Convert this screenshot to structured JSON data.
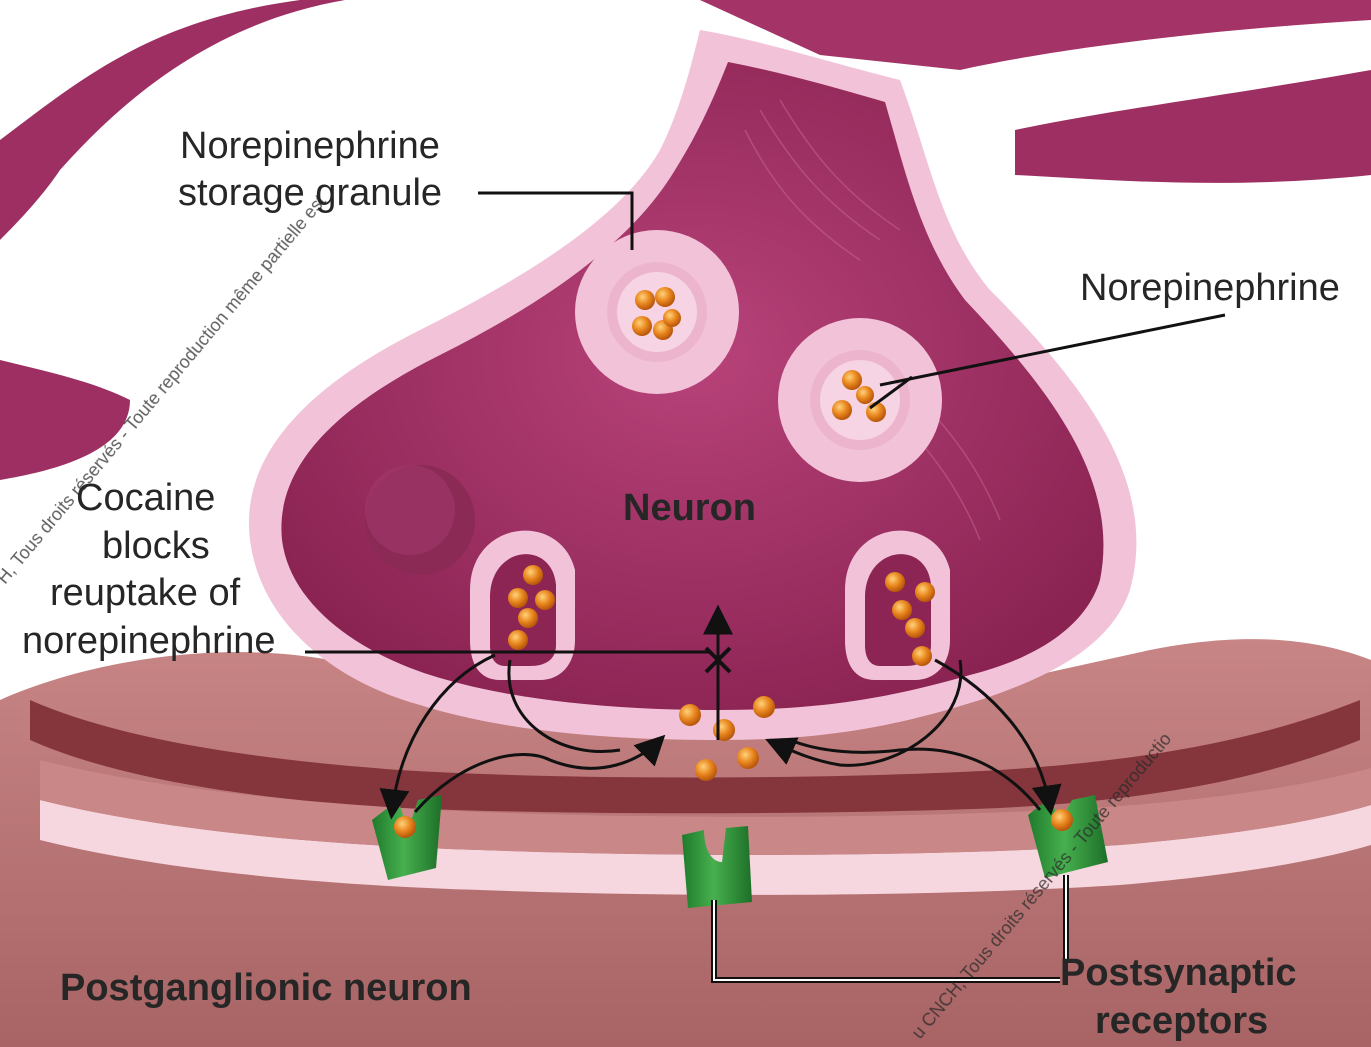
{
  "labels": {
    "storage_granule": [
      "Norepinephrine",
      "storage granule"
    ],
    "norepinephrine": "Norepinephrine",
    "neuron": "Neuron",
    "cocaine": [
      "Cocaine",
      "blocks",
      "reuptake of",
      "norepinephrine"
    ],
    "postganglionic": "Postganglionic neuron",
    "receptors": [
      "Postsynaptic",
      "receptors"
    ]
  },
  "watermarks": [
    "H, Tous droits réservés - Toute reproduction même partielle est",
    "u CNCH, Tous droits réservés - Toute reproductio"
  ],
  "colors": {
    "neuron": "#9e2f62",
    "membrane": "#f3c8dc",
    "postsynaptic": "#b16d6d",
    "receptor": "#2f8f3a",
    "molecule": "#e08020"
  }
}
